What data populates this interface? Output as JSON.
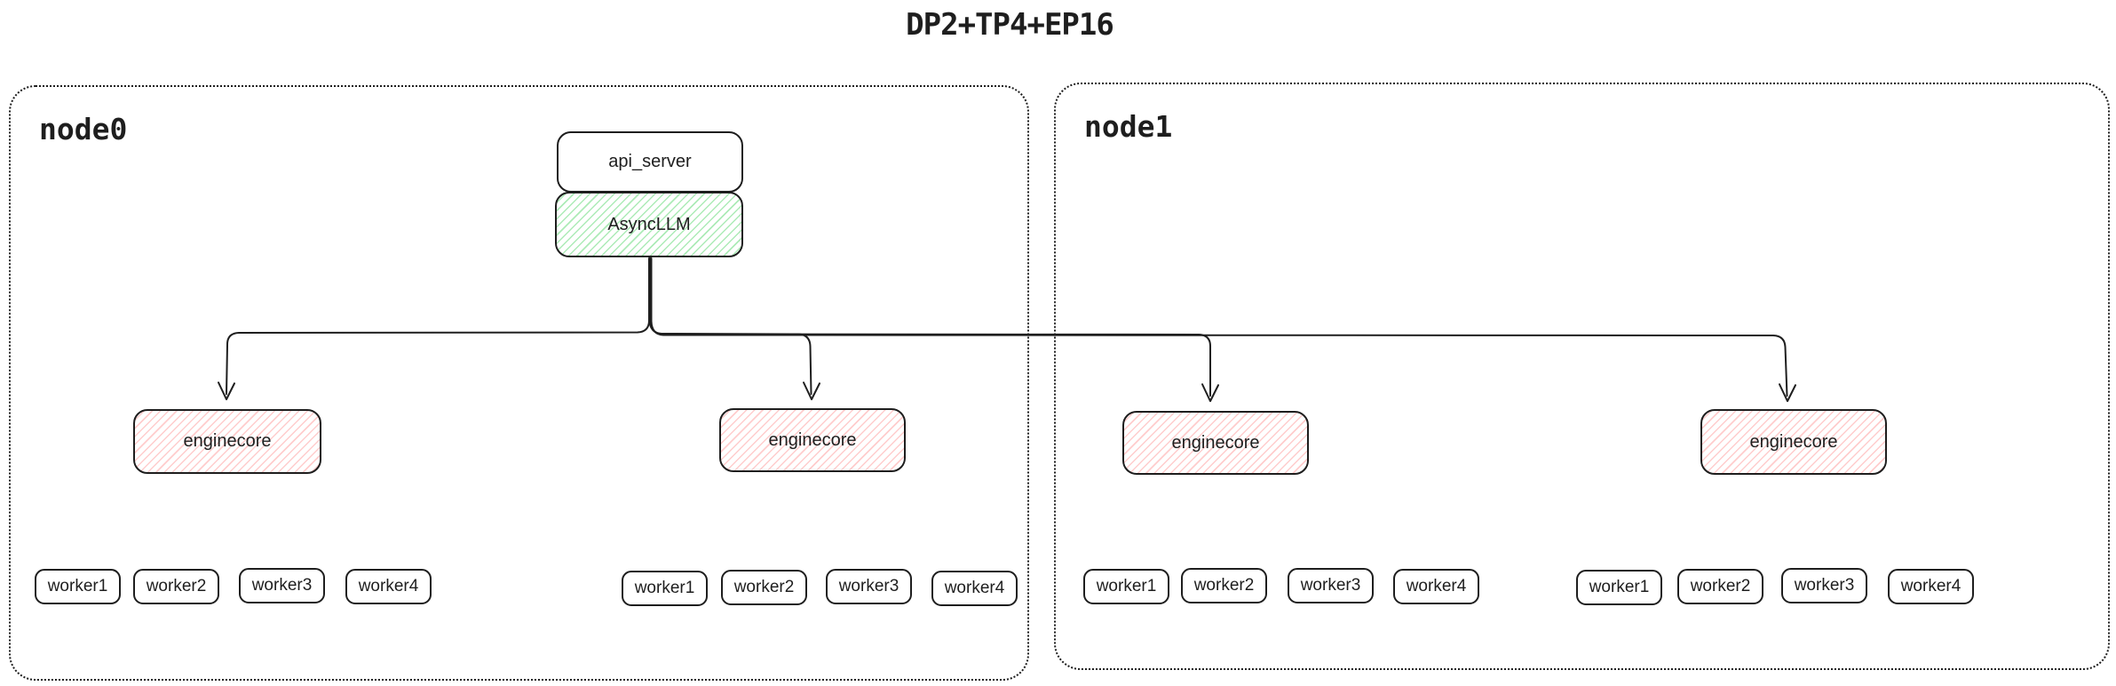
{
  "title": "DP2+TP4+EP16",
  "colors": {
    "stroke": "#1e1e1e",
    "async_llm_hatch": "#69db7c",
    "enginecore_hatch": "#ff8787",
    "background": "#ffffff"
  },
  "api_stack": {
    "api_server_label": "api_server",
    "async_llm_label": "AsyncLLM"
  },
  "nodes": [
    {
      "label": "node0",
      "engine_cores": [
        {
          "label": "enginecore",
          "workers": [
            "worker1",
            "worker2",
            "worker3",
            "worker4"
          ]
        },
        {
          "label": "enginecore",
          "workers": [
            "worker1",
            "worker2",
            "worker3",
            "worker4"
          ]
        }
      ]
    },
    {
      "label": "node1",
      "engine_cores": [
        {
          "label": "enginecore",
          "workers": [
            "worker1",
            "worker2",
            "worker3",
            "worker4"
          ]
        },
        {
          "label": "enginecore",
          "workers": [
            "worker1",
            "worker2",
            "worker3",
            "worker4"
          ]
        }
      ]
    }
  ]
}
